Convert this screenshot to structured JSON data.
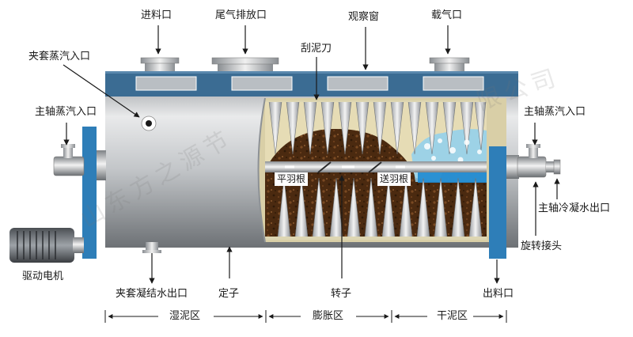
{
  "labels": {
    "feed_inlet": "进料口",
    "exhaust_outlet": "尾气排放口",
    "observation_window": "观察窗",
    "carrier_gas_inlet": "载气口",
    "scraper": "刮泥刀",
    "jacket_steam_inlet": "夹套蒸汽入口",
    "shaft_steam_inlet_left": "主轴蒸汽入口",
    "shaft_steam_inlet_right": "主轴蒸汽入口",
    "flat_blade": "平羽根",
    "feed_blade": "送羽根",
    "shaft_condensate_outlet": "主轴冷凝水出口",
    "rotary_joint": "旋转接头",
    "drive_motor": "驱动电机",
    "jacket_condensate_outlet": "夹套凝结水出口",
    "stator": "定子",
    "rotor": "转子",
    "discharge_outlet": "出料口"
  },
  "zones": {
    "wet_zone": "湿泥区",
    "expansion_zone": "膨胀区",
    "dry_zone": "干泥区"
  },
  "watermark_left": "山东方之源节",
  "watermark_right": "限公司",
  "colors": {
    "top_plate": "#3b6c93",
    "shell": "#b9bcc0",
    "motor_blue": "#2e7eb8",
    "sludge": "#5a3213",
    "water": "#1f8ad0"
  }
}
